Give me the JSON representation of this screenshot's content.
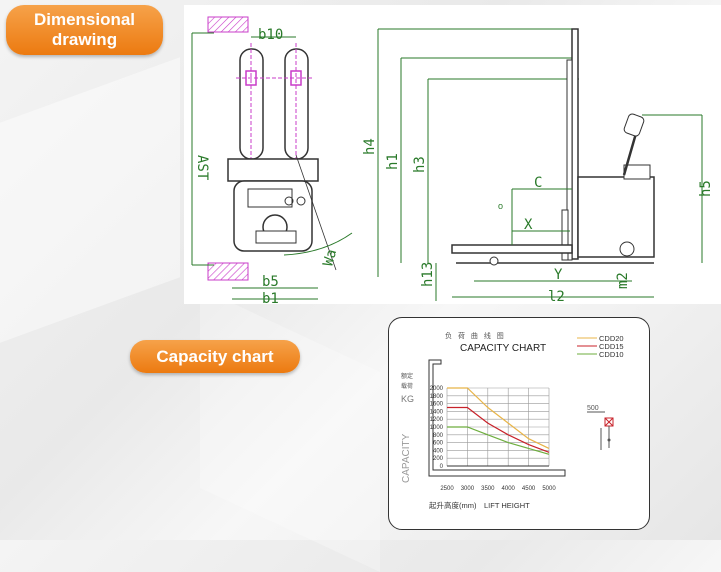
{
  "badges": {
    "dimensional_line1": "Dimensional",
    "dimensional_line2": "drawing",
    "capacity": "Capacity chart"
  },
  "dimension_labels": {
    "b10": "b10",
    "ast": "AST",
    "wa": "Wa",
    "b5": "b5",
    "b1": "b1",
    "h4": "h4",
    "h1": "h1",
    "h3": "h3",
    "c": "C",
    "x": "X",
    "y": "Y",
    "h13": "h13",
    "m2": "m2",
    "l2": "l2",
    "h5": "h5"
  },
  "capacity_chart": {
    "chinese_title": "负 荷 曲 线 图",
    "title": "CAPACITY CHART",
    "y_chinese_1": "额定",
    "y_chinese_2": "载荷",
    "y_unit": "KG",
    "y_label": "CAPACITY",
    "x_chinese": "起升高度(mm)",
    "x_label": "LIFT HEIGHT",
    "inset_value": "500",
    "legend": [
      {
        "name": "CDD20",
        "color": "#e8b448"
      },
      {
        "name": "CDD15",
        "color": "#c8222a"
      },
      {
        "name": "CDD10",
        "color": "#6eae3e"
      }
    ]
  },
  "chart_data": {
    "type": "line",
    "title": "CAPACITY CHART",
    "xlabel": "LIFT HEIGHT",
    "ylabel": "CAPACITY",
    "x": [
      2500,
      3000,
      3500,
      4000,
      4500,
      5000
    ],
    "x_tick_labels": [
      "2500",
      "3000",
      "3500",
      "4000",
      "4500",
      "5000"
    ],
    "y_ticks": [
      200,
      400,
      600,
      800,
      1000,
      1200,
      1400,
      1600,
      1800,
      2000
    ],
    "y_tick_labels": [
      "2000",
      "1800",
      "1600",
      "1400",
      "1200",
      "1000",
      "800",
      "600",
      "400",
      "200",
      "0"
    ],
    "ylim": [
      0,
      2000
    ],
    "xlim": [
      2500,
      5000
    ],
    "series": [
      {
        "name": "CDD20",
        "color": "#e8b448",
        "values": [
          2000,
          2000,
          1500,
          1100,
          700,
          450
        ]
      },
      {
        "name": "CDD15",
        "color": "#c8222a",
        "values": [
          1500,
          1500,
          1100,
          800,
          550,
          350
        ]
      },
      {
        "name": "CDD10",
        "color": "#6eae3e",
        "values": [
          1000,
          1000,
          800,
          600,
          450,
          300
        ]
      }
    ]
  }
}
